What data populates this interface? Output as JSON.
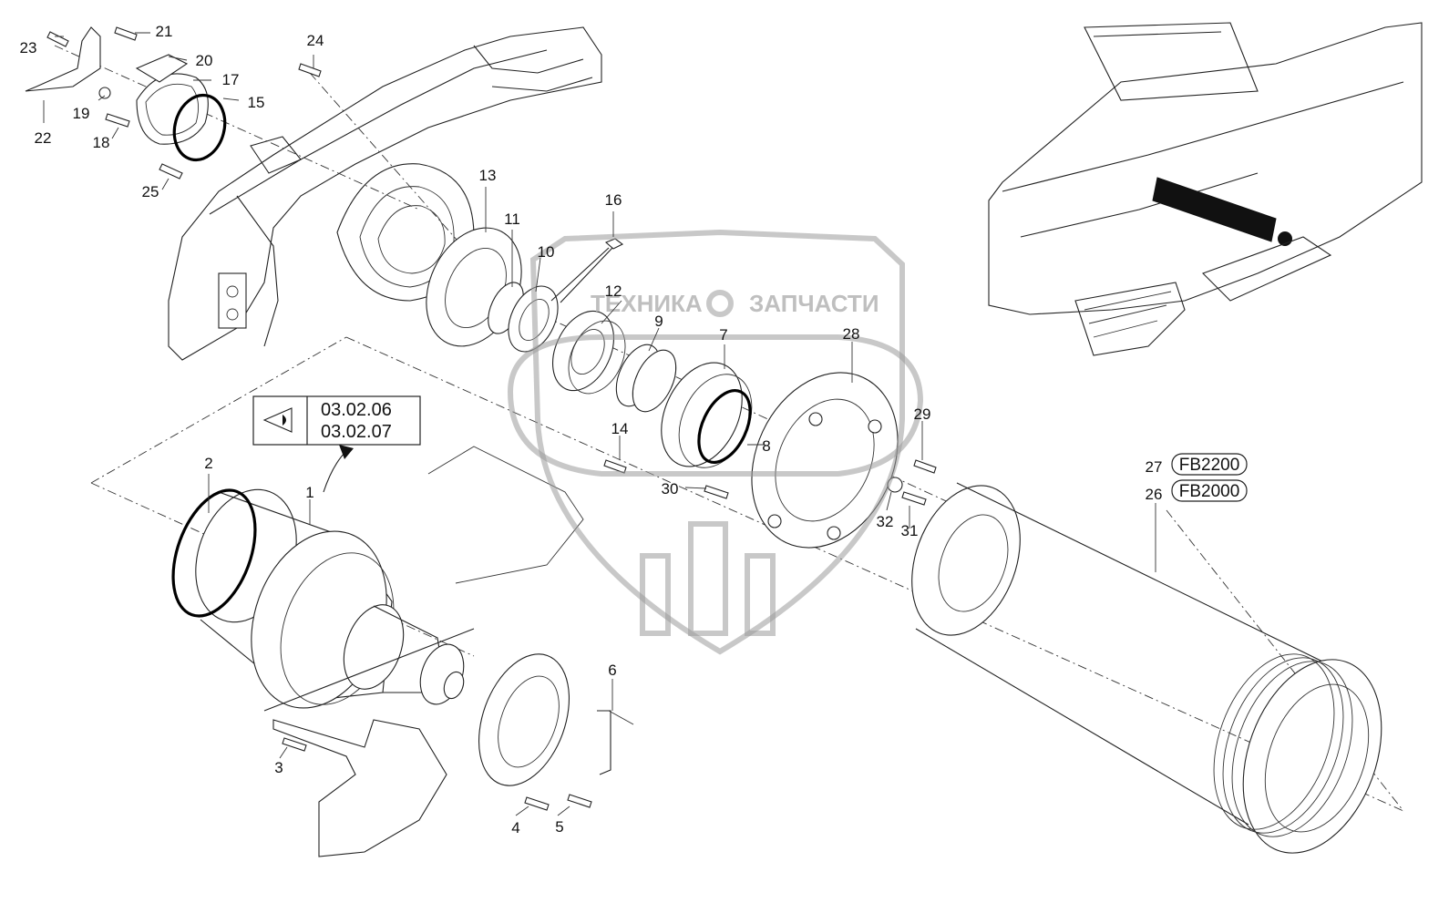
{
  "watermark": {
    "left": "ТЕХНИКА",
    "right": "ЗАПЧАСТИ"
  },
  "reference": {
    "line1": "03.02.06",
    "line2": "03.02.07"
  },
  "variants": [
    {
      "number": "27",
      "code": "FB2200"
    },
    {
      "number": "26",
      "code": "FB2000"
    }
  ],
  "callouts": [
    "23",
    "21",
    "24",
    "20",
    "17",
    "15",
    "19",
    "22",
    "18",
    "25",
    "13",
    "11",
    "10",
    "16",
    "12",
    "9",
    "7",
    "28",
    "29",
    "14",
    "8",
    "30",
    "32",
    "31",
    "2",
    "1",
    "6",
    "3",
    "4",
    "5",
    "27",
    "26"
  ]
}
